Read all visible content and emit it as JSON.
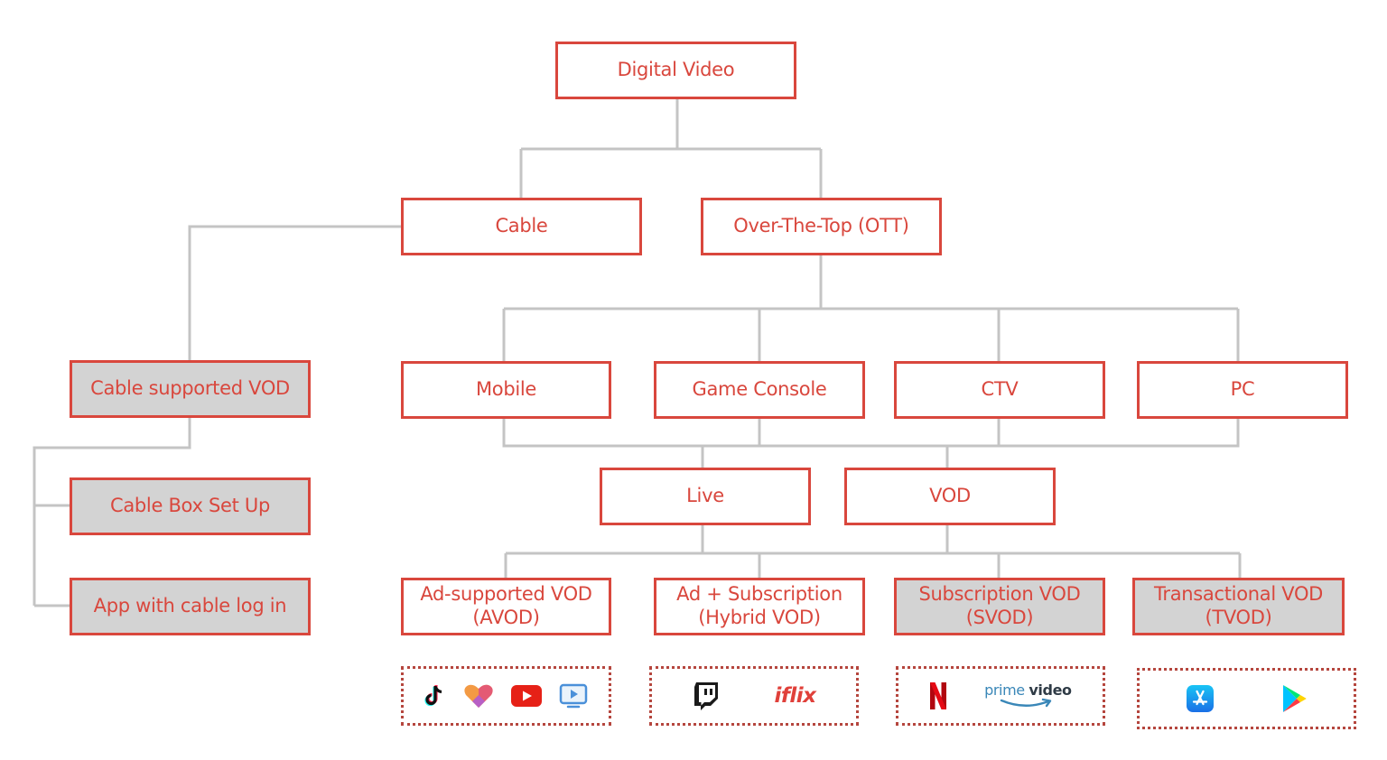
{
  "colors": {
    "accent": "#d9473d",
    "connector": "#c4c4c4",
    "highlight_fill": "#d3d3d3",
    "logo_border": "#b5463e"
  },
  "nodes": {
    "digital_video": "Digital Video",
    "cable": "Cable",
    "ott": "Over-The-Top (OTT)",
    "cable_vod": "Cable supported VOD",
    "cable_box": "Cable Box Set Up",
    "cable_app": "App with cable log in",
    "mobile": "Mobile",
    "game_console": "Game Console",
    "ctv": "CTV",
    "pc": "PC",
    "live": "Live",
    "vod": "VOD",
    "avod": "Ad-supported VOD\n(AVOD)",
    "hybrid": "Ad + Subscription\n(Hybrid VOD)",
    "svod": "Subscription VOD\n(SVOD)",
    "tvod": "Transactional VOD\n(TVOD)"
  },
  "logo_groups": {
    "avod": [
      "tiktok-icon",
      "likee-icon",
      "youtube-icon",
      "tv-app-icon"
    ],
    "hybrid": {
      "icons": [
        "twitch-icon"
      ],
      "wordmark": "iflix"
    },
    "svod": {
      "icons": [
        "netflix-icon"
      ],
      "wordmark_light": "prime",
      "wordmark_bold": "video"
    },
    "tvod": [
      "app-store-icon",
      "google-play-icon"
    ]
  }
}
